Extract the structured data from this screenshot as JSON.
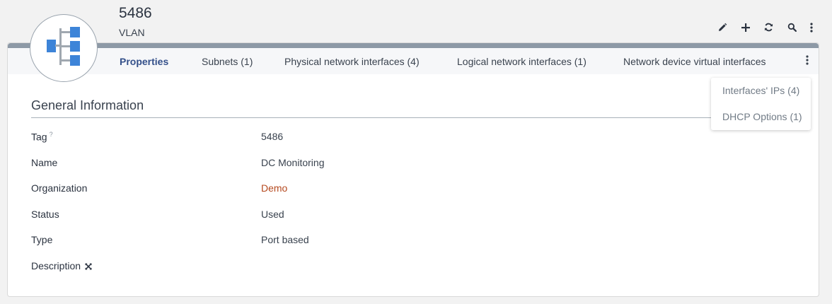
{
  "header": {
    "title": "5486",
    "subtitle": "VLAN",
    "actions": [
      {
        "icon": "pencil-icon"
      },
      {
        "icon": "plus-icon"
      },
      {
        "icon": "refresh-icon"
      },
      {
        "icon": "search-icon"
      },
      {
        "icon": "more-vertical-icon"
      }
    ]
  },
  "tabs": [
    {
      "label": "Properties",
      "active": true
    },
    {
      "label": "Subnets (1)"
    },
    {
      "label": "Physical network interfaces (4)"
    },
    {
      "label": "Logical network interfaces (1)"
    },
    {
      "label": "Network device virtual interfaces"
    }
  ],
  "dropdown": {
    "items": [
      "Interfaces' IPs (4)",
      "DHCP Options (1)"
    ]
  },
  "section": {
    "title": "General Information"
  },
  "properties": [
    {
      "label": "Tag",
      "help": "?",
      "value": "5486"
    },
    {
      "label": "Name",
      "value": "DC Monitoring"
    },
    {
      "label": "Organization",
      "value": "Demo"
    },
    {
      "label": "Status",
      "value": "Used"
    },
    {
      "label": "Type",
      "value": "Port based"
    },
    {
      "label": "Description",
      "value": ""
    }
  ],
  "colors": {
    "accent": "#34508a",
    "link": "#b5491f",
    "topbar": "#8d99a6",
    "icon_blue": "#3d84d8"
  }
}
